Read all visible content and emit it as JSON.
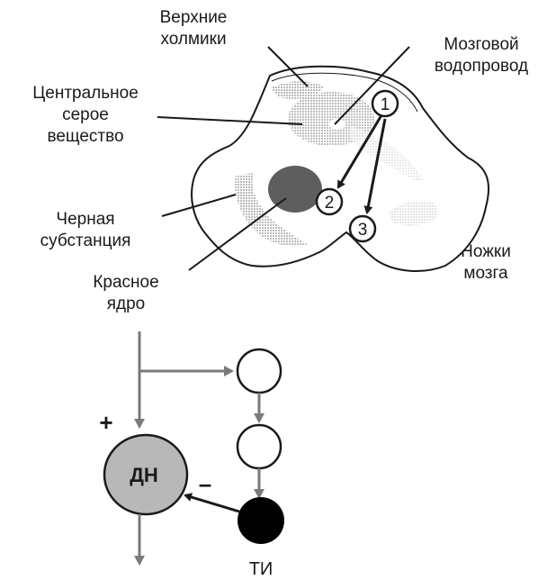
{
  "labels": {
    "superior_colliculi": [
      "Верхние",
      "холмики"
    ],
    "aqueduct": [
      "Мозговой",
      "водопровод"
    ],
    "central_gray": [
      "Центральное",
      "серое",
      "вещество"
    ],
    "substantia_nigra": [
      "Черная",
      "субстанция"
    ],
    "cerebral_peduncles": [
      "Ножки",
      "мозга"
    ],
    "red_nucleus": [
      "Красное",
      "ядро"
    ]
  },
  "markers": [
    "1",
    "2",
    "3"
  ],
  "circuit": {
    "dn_label": "ДН",
    "ti_label": "ТИ",
    "plus_sign": "+",
    "minus_sign": "–"
  },
  "colors": {
    "stroke": "#1a1a1a",
    "arrow_gray": "#7a7a7a",
    "dn_fill": "#b8b8b8",
    "ti_fill": "#000000",
    "red_nucleus_fill": "#5e5e5e",
    "central_gray_fill": "#9a9a9a",
    "nigra_fill": "#c8c8c8"
  }
}
